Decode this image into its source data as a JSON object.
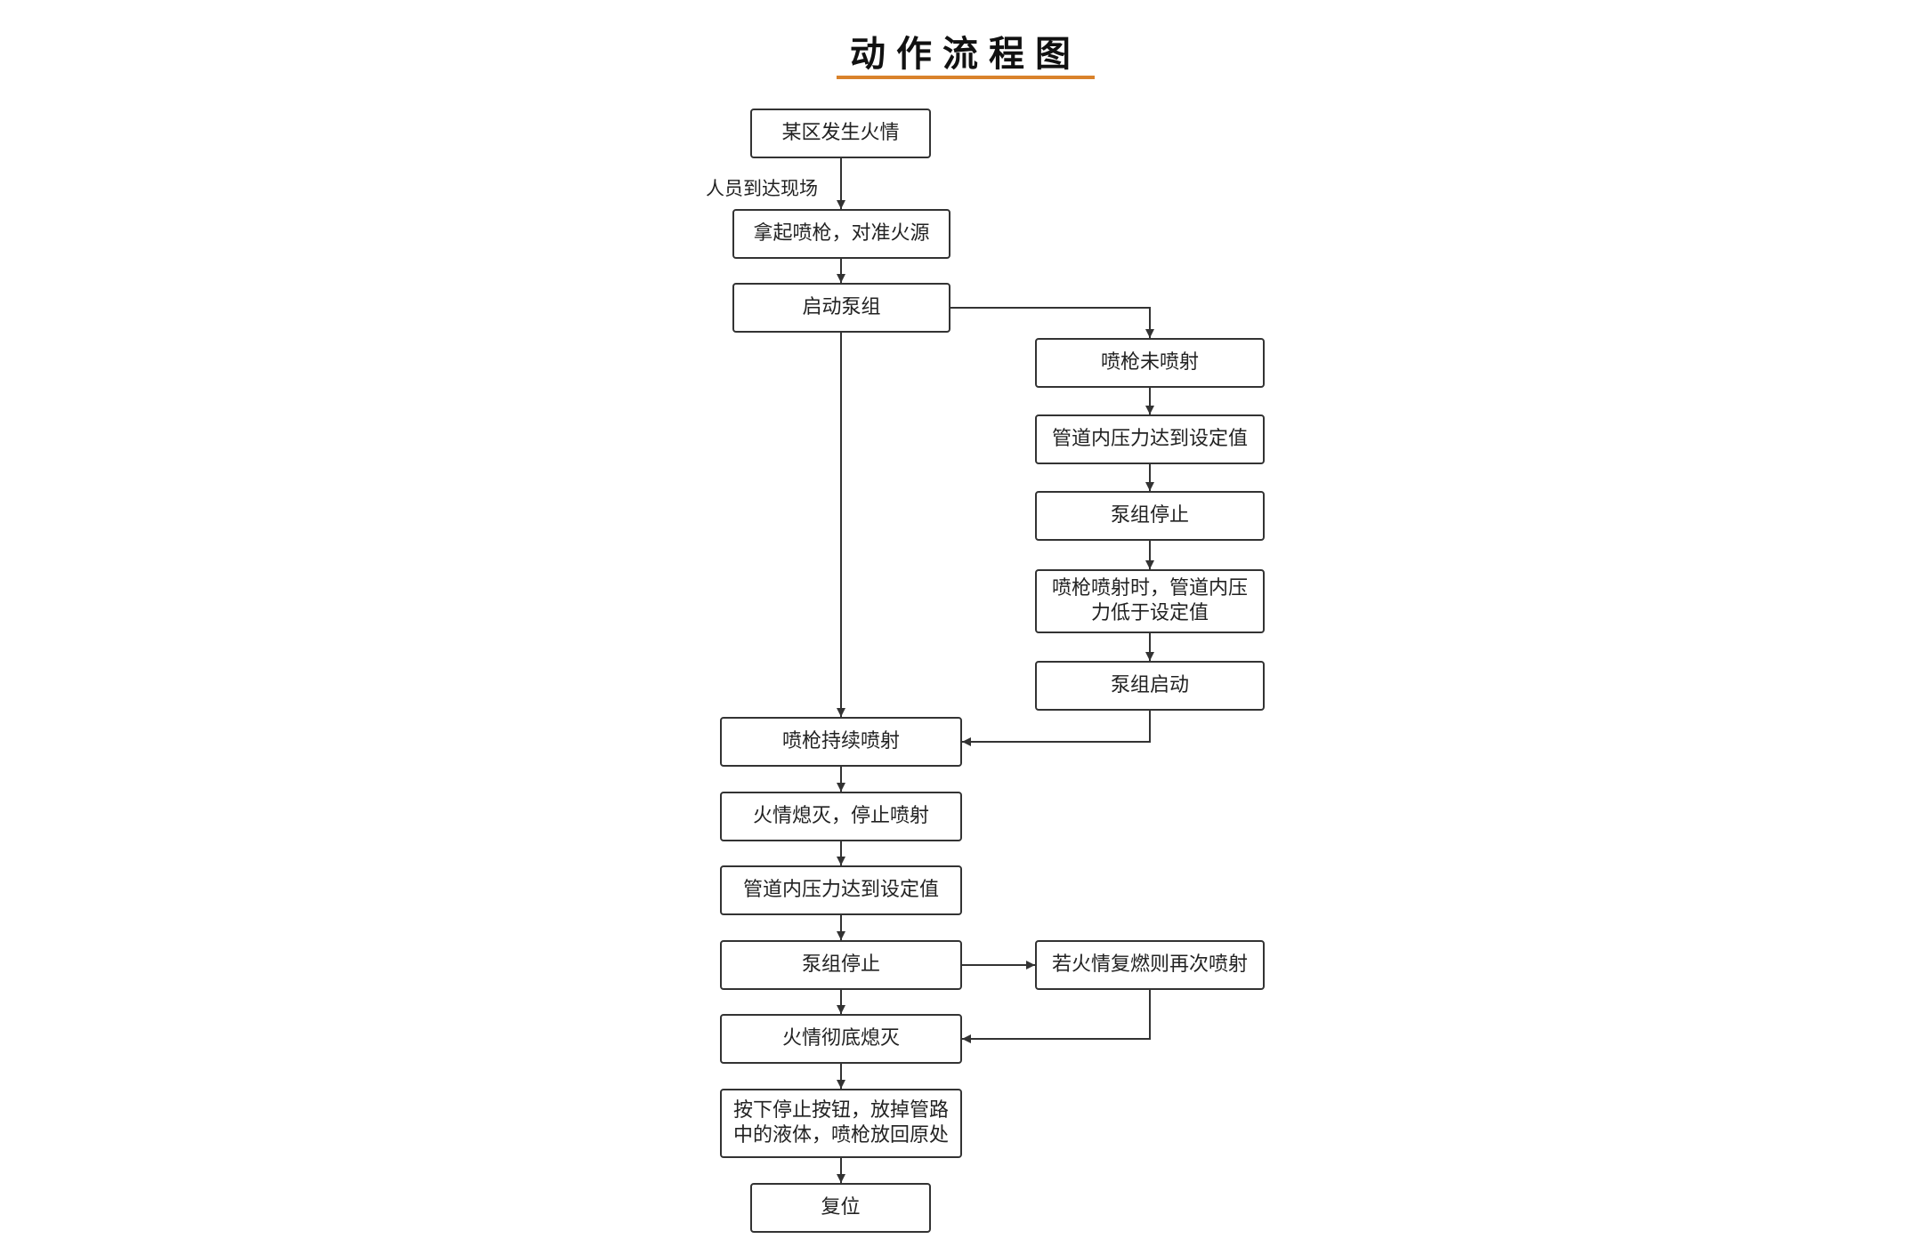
{
  "title": "动作流程图",
  "colors": {
    "title_underline": "#d9822b",
    "stroke": "#333333"
  },
  "nodes": [
    {
      "id": "n1",
      "label": "某区发生火情"
    },
    {
      "id": "n2",
      "label": "拿起喷枪，对准火源"
    },
    {
      "id": "n3",
      "label": "启动泵组"
    },
    {
      "id": "n4",
      "label": "喷枪未喷射"
    },
    {
      "id": "n5",
      "label": "管道内压力达到设定值"
    },
    {
      "id": "n6",
      "label": "泵组停止"
    },
    {
      "id": "n7",
      "label": "喷枪喷射时，管道内压力低于设定值"
    },
    {
      "id": "n8",
      "label": "泵组启动"
    },
    {
      "id": "n9",
      "label": "喷枪持续喷射"
    },
    {
      "id": "n10",
      "label": "火情熄灭，停止喷射"
    },
    {
      "id": "n11",
      "label": "管道内压力达到设定值"
    },
    {
      "id": "n12",
      "label": "泵组停止"
    },
    {
      "id": "n13",
      "label": "若火情复燃则再次喷射"
    },
    {
      "id": "n14",
      "label": "火情彻底熄灭"
    },
    {
      "id": "n15",
      "label": "按下停止按钮，放掉管路中的液体，喷枪放回原处"
    },
    {
      "id": "n16",
      "label": "复位"
    }
  ],
  "edges": [
    {
      "from": "n1",
      "to": "n2",
      "label": "人员到达现场"
    },
    {
      "from": "n2",
      "to": "n3"
    },
    {
      "from": "n3",
      "to": "n4"
    },
    {
      "from": "n3",
      "to": "n9"
    },
    {
      "from": "n4",
      "to": "n5"
    },
    {
      "from": "n5",
      "to": "n6"
    },
    {
      "from": "n6",
      "to": "n7"
    },
    {
      "from": "n7",
      "to": "n8"
    },
    {
      "from": "n8",
      "to": "n9"
    },
    {
      "from": "n9",
      "to": "n10"
    },
    {
      "from": "n10",
      "to": "n11"
    },
    {
      "from": "n11",
      "to": "n12"
    },
    {
      "from": "n12",
      "to": "n13"
    },
    {
      "from": "n12",
      "to": "n14"
    },
    {
      "from": "n13",
      "to": "n14"
    },
    {
      "from": "n14",
      "to": "n15"
    },
    {
      "from": "n15",
      "to": "n16"
    }
  ]
}
